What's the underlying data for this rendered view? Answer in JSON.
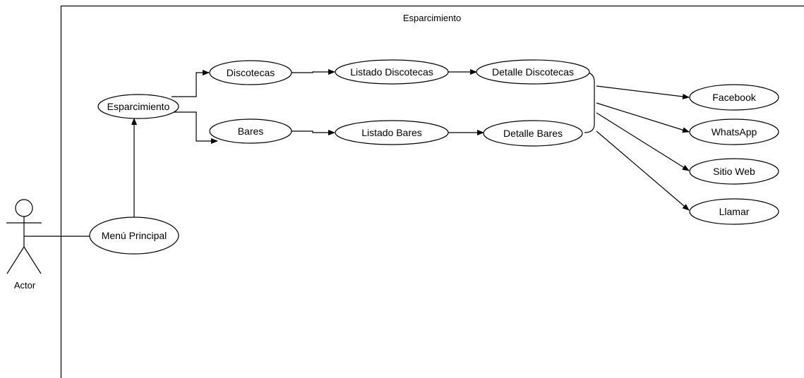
{
  "system": {
    "title": "Esparcimiento"
  },
  "actor": {
    "label": "Actor"
  },
  "use_cases": {
    "menu": "Menú Principal",
    "esparcimiento": "Esparcimiento",
    "discotecas": "Discotecas",
    "bares": "Bares",
    "listado_discotecas": "Listado Discotecas",
    "listado_bares": "Listado Bares",
    "detalle_discotecas": "Detalle Discotecas",
    "detalle_bares": "Detalle Bares",
    "facebook": "Facebook",
    "whatsapp": "WhatsApp",
    "sitio_web": "Sitio Web",
    "llamar": "Llamar"
  }
}
